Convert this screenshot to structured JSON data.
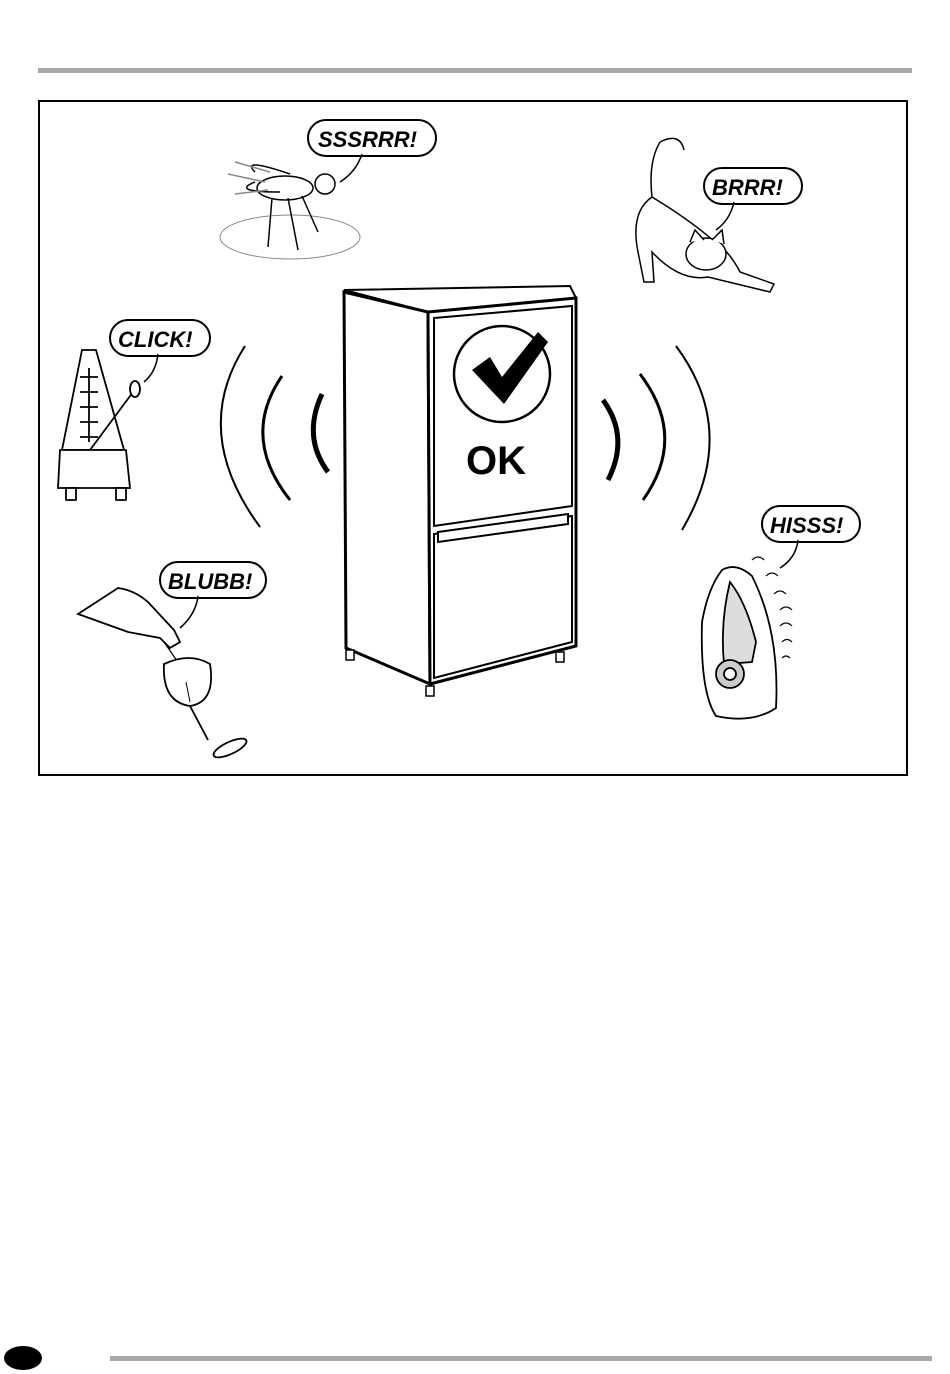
{
  "illustration": {
    "sounds": {
      "fly": "SSSRRR!",
      "cat": "BRRR!",
      "metronome": "CLICK!",
      "bottle": "BLUBB!",
      "iron": "HISSS!"
    },
    "fridge_label": "OK",
    "icons": {
      "check": "checkmark-icon",
      "fly": "fly-icon",
      "cat": "cat-icon",
      "metronome": "metronome-icon",
      "wine": "wine-bottle-glass-icon",
      "iron": "steam-iron-icon",
      "fridge": "refrigerator-icon"
    }
  }
}
